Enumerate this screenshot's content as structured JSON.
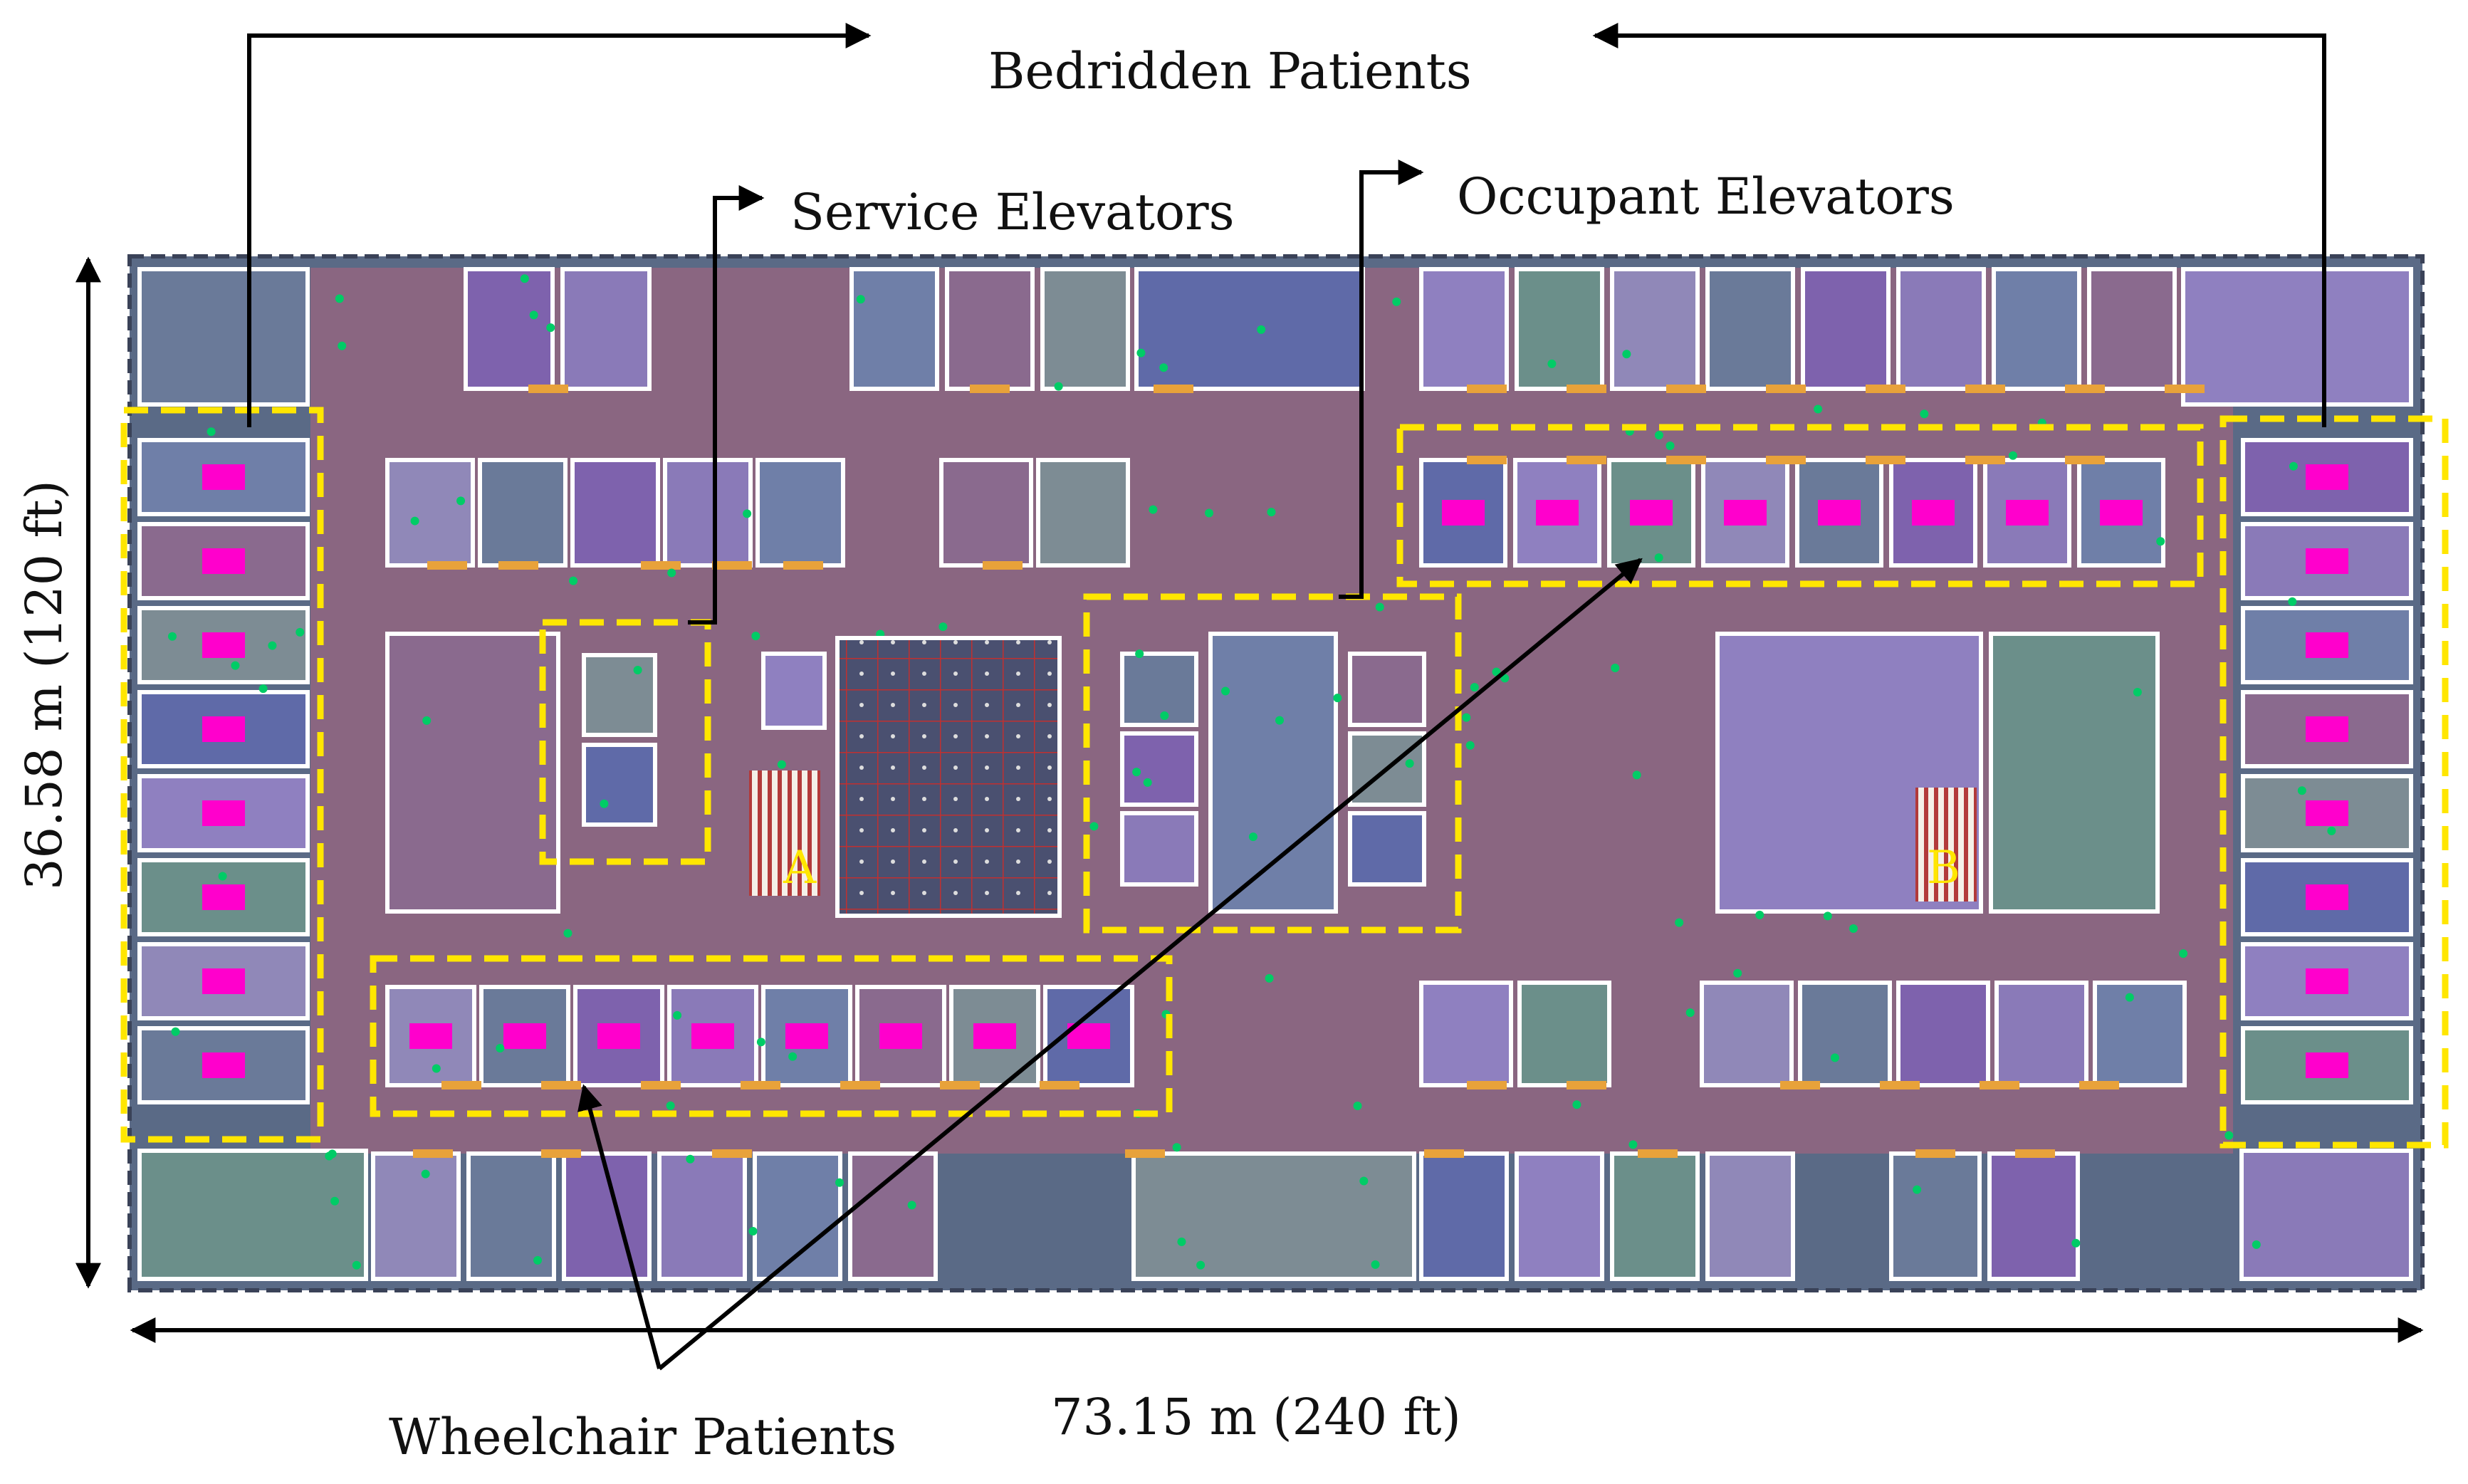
{
  "labels": {
    "bedridden": "Bedridden Patients",
    "service": "Service Elevators",
    "occupant": "Occupant Elevators",
    "wheelchair": "Wheelchair Patients",
    "width": "73.15 m (240 ft)",
    "height": "36.58 m (120 ft)",
    "stair_a": "A",
    "stair_b": "B"
  },
  "colors": {
    "corridor": "#8a6681",
    "outer_frame": "#5a6a86",
    "highlight": "#ffe600",
    "door": "#e8a23a",
    "wall": "#ffffff",
    "occupant_marker": "#ff00cc",
    "agent_dot": "#00cc66",
    "room_palette": [
      "#6a7a99",
      "#7e62ad",
      "#8a7ab8",
      "#6f7fa8",
      "#8a6a8e",
      "#7d8c94",
      "#5f6aa8",
      "#8f80c0",
      "#6b8f8a",
      "#9088b8"
    ]
  },
  "icons": [
    "arrow-icon",
    "stair-icon",
    "patient-marker-icon",
    "agent-dot-icon"
  ]
}
